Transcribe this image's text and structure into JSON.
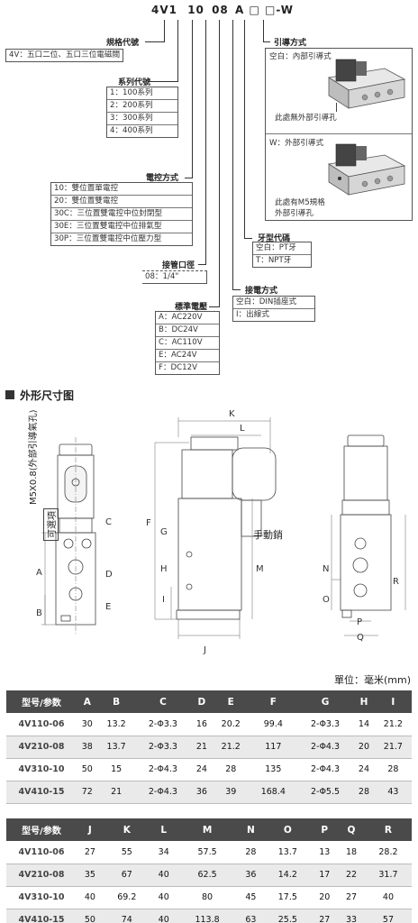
{
  "order_code": {
    "parts": [
      "4V1",
      "10",
      "08",
      "A",
      "□",
      "□",
      "-W"
    ],
    "spec_label": "規格代號",
    "spec_box": [
      "4V：五口二位、五口三位電磁閥"
    ],
    "series_label": "系列代號",
    "series_box": [
      "1：100系列",
      "2：200系列",
      "3：300系列",
      "4：400系列"
    ],
    "control_label": "電控方式",
    "control_box": [
      "10：雙位置單電控",
      "20：雙位置雙電控",
      "30C：三位置雙電控中位封閉型",
      "30E：三位置雙電控中位排氣型",
      "30P：三位置雙電控中位壓力型"
    ],
    "port_label": "接管口徑",
    "port_box": [
      "08：1/4\""
    ],
    "voltage_label": "標準電壓",
    "voltage_box": [
      "A：AC220V",
      "B：DC24V",
      "C：AC110V",
      "E：AC24V",
      "F：DC12V"
    ],
    "pilot_label": "引導方式",
    "pilot_internal": "空白：內部引導式",
    "pilot_internal_note": "此處無外部引導孔",
    "pilot_external": "W：外部引導式",
    "pilot_external_note_1": "此處有M5規格",
    "pilot_external_note_2": "外部引導孔",
    "thread_label": "牙型代碼",
    "thread_box": [
      "空白：PT牙",
      "T：NPT牙"
    ],
    "wiring_label": "接電方式",
    "wiring_box": [
      "空白：DIN插座式",
      "I：出線式"
    ]
  },
  "dimension_section": {
    "title": "外形尺寸图",
    "side_note_1": "M5X0.8(外部引導氣孔)",
    "side_note_2": "可選項",
    "manual_label": "手動銷",
    "letters": [
      "A",
      "B",
      "C",
      "D",
      "E",
      "F",
      "G",
      "H",
      "I",
      "J",
      "K",
      "L",
      "M",
      "N",
      "O",
      "P",
      "Q",
      "R"
    ]
  },
  "unit_label": "單位：毫米(mm)",
  "table1": {
    "headers": [
      "型号/参数",
      "A",
      "B",
      "C",
      "D",
      "E",
      "F",
      "G",
      "H",
      "I"
    ],
    "rows": [
      [
        "4V110-06",
        "30",
        "13.2",
        "2-Φ3.3",
        "16",
        "20.2",
        "99.4",
        "2-Φ3.3",
        "14",
        "21.2"
      ],
      [
        "4V210-08",
        "38",
        "13.7",
        "2-Φ3.3",
        "21",
        "21.2",
        "117",
        "2-Φ4.3",
        "20",
        "21.7"
      ],
      [
        "4V310-10",
        "50",
        "15",
        "2-Φ4.3",
        "24",
        "28",
        "135",
        "2-Φ4.3",
        "24",
        "28"
      ],
      [
        "4V410-15",
        "72",
        "21",
        "2-Φ4.3",
        "36",
        "39",
        "168.4",
        "2-Φ5.5",
        "28",
        "43"
      ]
    ]
  },
  "table2": {
    "headers": [
      "型号/参数",
      "J",
      "K",
      "L",
      "M",
      "N",
      "O",
      "P",
      "Q",
      "R"
    ],
    "rows": [
      [
        "4V110-06",
        "27",
        "55",
        "34",
        "57.5",
        "28",
        "13.7",
        "13",
        "18",
        "28.2"
      ],
      [
        "4V210-08",
        "35",
        "67",
        "40",
        "62.5",
        "36",
        "14.2",
        "17",
        "22",
        "31.7"
      ],
      [
        "4V310-10",
        "40",
        "69.2",
        "40",
        "80",
        "45",
        "17.5",
        "20",
        "27",
        "40"
      ],
      [
        "4V410-15",
        "50",
        "74",
        "40",
        "113.8",
        "63",
        "25.5",
        "27",
        "33",
        "57"
      ]
    ]
  }
}
